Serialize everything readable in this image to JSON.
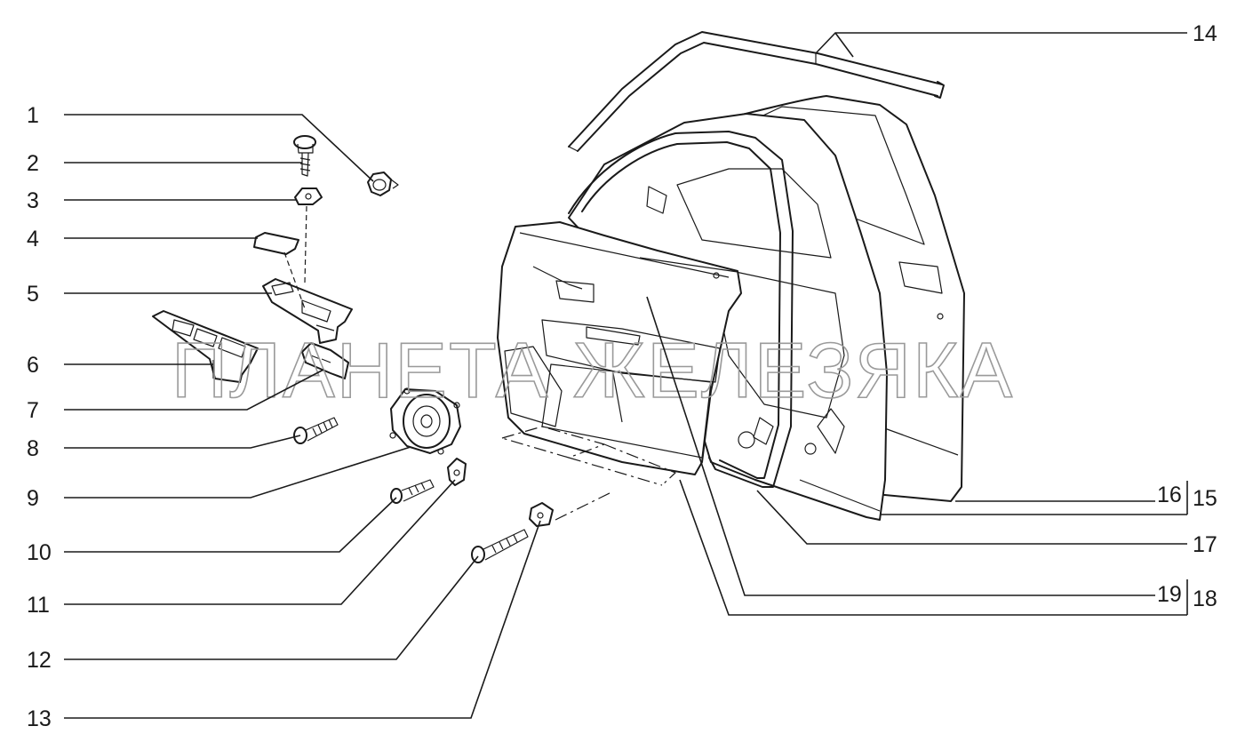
{
  "diagram": {
    "callouts": [
      {
        "id": "c1",
        "number": "1"
      },
      {
        "id": "c2",
        "number": "2"
      },
      {
        "id": "c3",
        "number": "3"
      },
      {
        "id": "c4",
        "number": "4"
      },
      {
        "id": "c5",
        "number": "5"
      },
      {
        "id": "c6",
        "number": "6"
      },
      {
        "id": "c7",
        "number": "7"
      },
      {
        "id": "c8",
        "number": "8"
      },
      {
        "id": "c9",
        "number": "9"
      },
      {
        "id": "c10",
        "number": "10"
      },
      {
        "id": "c11",
        "number": "11"
      },
      {
        "id": "c12",
        "number": "12"
      },
      {
        "id": "c13",
        "number": "13"
      },
      {
        "id": "c14",
        "number": "14"
      },
      {
        "id": "c15",
        "number": "15"
      },
      {
        "id": "c16",
        "number": "16"
      },
      {
        "id": "c17",
        "number": "17"
      },
      {
        "id": "c18",
        "number": "18"
      },
      {
        "id": "c19",
        "number": "19"
      }
    ],
    "watermark": "ПЛАНЕТА ЖЕЛЕЗЯКА",
    "colors": {
      "ink": "#1a1a1a",
      "watermark": "#9a9a9a",
      "background": "#ffffff"
    }
  }
}
